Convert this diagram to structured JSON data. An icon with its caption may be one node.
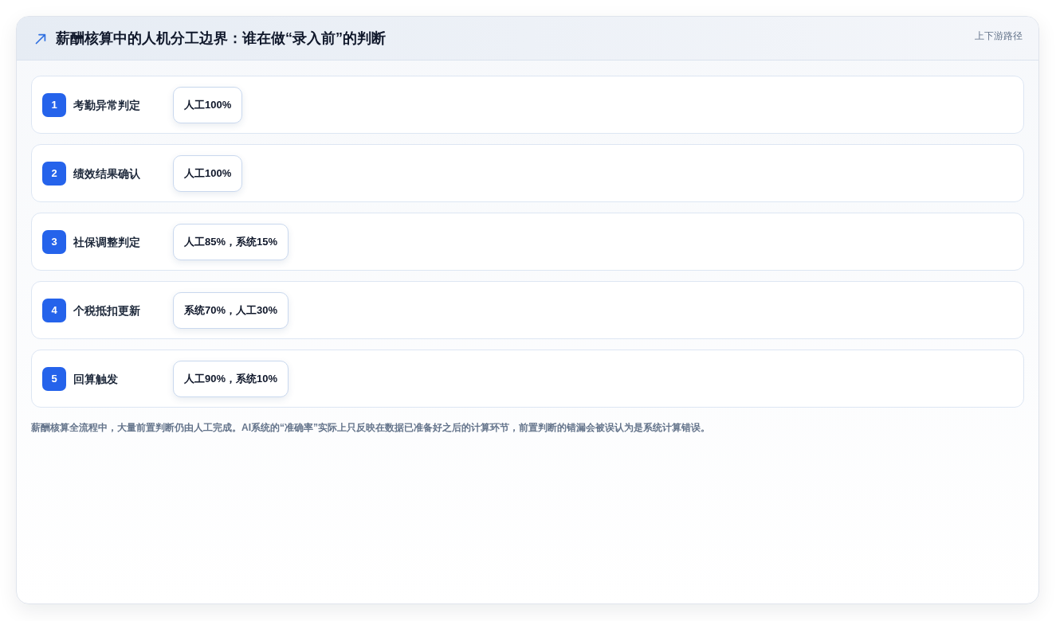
{
  "diagram": {
    "title": "薪酬核算中的人机分工边界：谁在做“录入前”的判断",
    "caption": "薪酬核算全流程中，大量前置判断仍由人工完成。AI系统的“准确率”实际上只反映在数据已准备好之后的计算环节，前置判断的错漏会被误认为是系统计算错误。",
    "nodes": [
      {
        "text": [
          "考勤异常判定"
        ]
      },
      {
        "text": [
          "1"
        ],
        "in": 0
      },
      {
        "text": [
          "人工100%"
        ],
        "in": 0
      },
      {
        "text": [
          "绩效结果确认"
        ]
      },
      {
        "text": [
          "2"
        ],
        "in": 3
      },
      {
        "text": [
          "人工100%"
        ],
        "in": 3
      },
      {
        "text": [
          "社保调整判定"
        ]
      },
      {
        "text": [
          "3"
        ],
        "in": 6
      },
      {
        "text": [
          "人工85%，系统15%"
        ],
        "in": 6
      },
      {
        "text": [
          "个税抵扣更新"
        ]
      },
      {
        "text": [
          "4"
        ],
        "in": 9
      },
      {
        "text": [
          "系统70%，人工30%"
        ],
        "in": 9
      },
      {
        "text": [
          "回算触发"
        ]
      },
      {
        "text": [
          "5"
        ],
        "in": 12
      },
      {
        "text": [
          "人工90%，系统10%"
        ],
        "in": 12
      }
    ],
    "labels": [
      "上下游路径"
    ]
  }
}
